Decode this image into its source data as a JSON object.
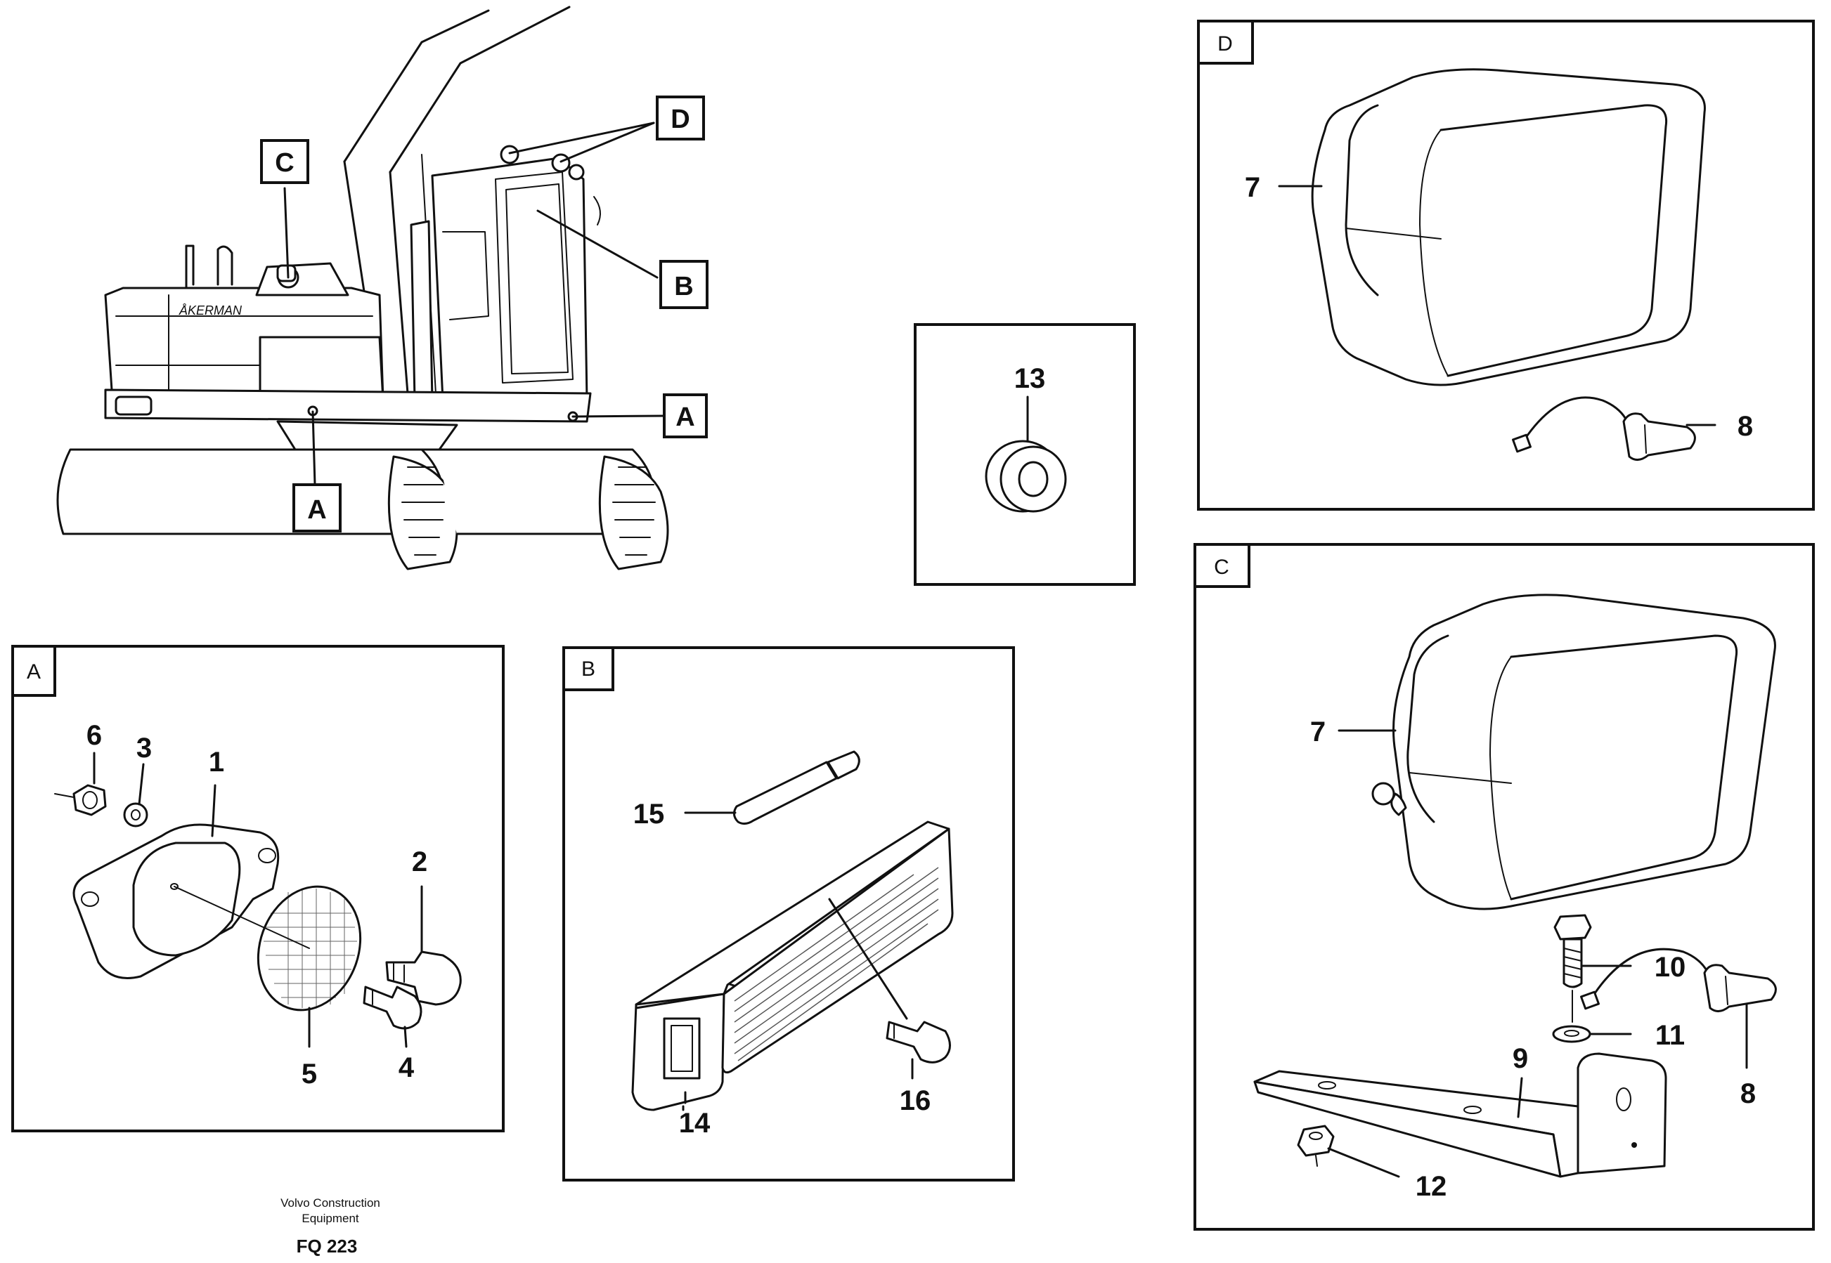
{
  "overview": {
    "tags": [
      "A",
      "A",
      "B",
      "C",
      "D"
    ],
    "brand_mark": "ÅKERMAN"
  },
  "panels": {
    "A": {
      "label": "A",
      "parts": [
        "1",
        "2",
        "3",
        "4",
        "5",
        "6"
      ]
    },
    "B": {
      "label": "B",
      "parts": [
        "14",
        "15",
        "16"
      ]
    },
    "C": {
      "label": "C",
      "parts": [
        "7",
        "8",
        "9",
        "10",
        "11",
        "12"
      ]
    },
    "D": {
      "label": "D",
      "parts": [
        "7",
        "8"
      ]
    },
    "grommet": {
      "parts": [
        "13"
      ]
    }
  },
  "footer": {
    "line1": "Volvo Construction",
    "line2": "Equipment",
    "code": "FQ 223"
  }
}
